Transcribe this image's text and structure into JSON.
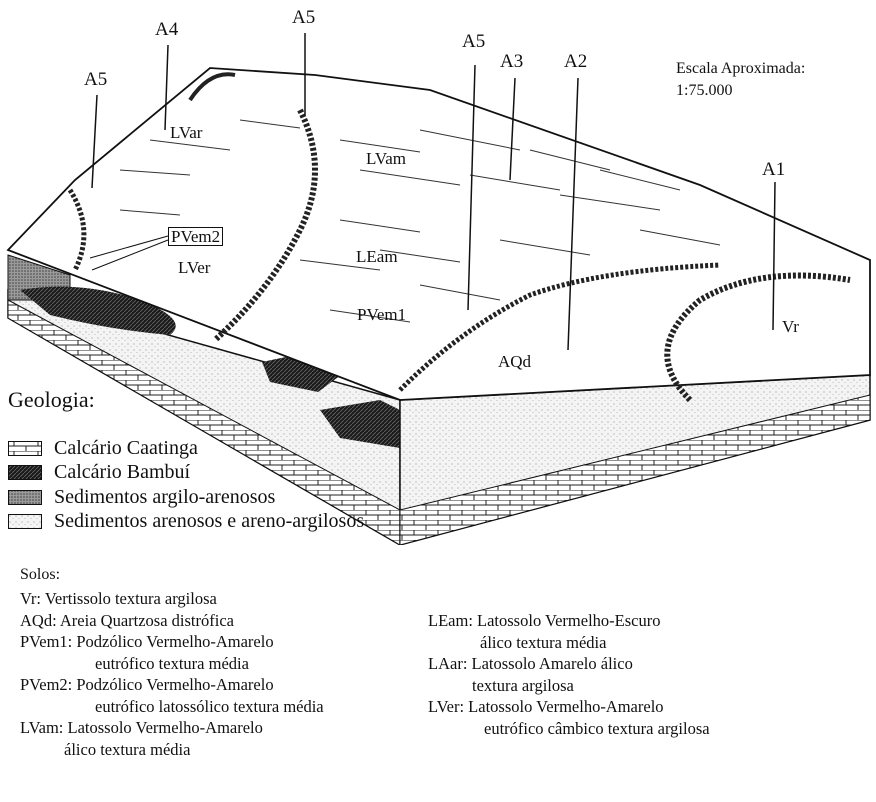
{
  "diagram": {
    "area_labels": {
      "a5_left": "A5",
      "a4": "A4",
      "a5_top": "A5",
      "a5_mid": "A5",
      "a3": "A3",
      "a2": "A2",
      "a1": "A1"
    },
    "soil_labels": {
      "lvar": "LVar",
      "lvam": "LVam",
      "pvem2": "PVem2",
      "lver": "LVer",
      "leam": "LEam",
      "pvem1": "PVem1",
      "aqd": "AQd",
      "vr": "Vr"
    },
    "scale": {
      "line1": "Escala Aproximada:",
      "line2": "1:75.000"
    }
  },
  "geology": {
    "title": "Geologia:",
    "items": [
      {
        "label": "Calcário Caatinga",
        "icon": "brick-pattern-swatch"
      },
      {
        "label": "Calcário Bambuí",
        "icon": "dark-hatch-swatch"
      },
      {
        "label": "Sedimentos argilo-arenosos",
        "icon": "dotted-gray-swatch"
      },
      {
        "label": "Sedimentos arenosos e areno-argilosos",
        "icon": "light-stipple-swatch"
      }
    ]
  },
  "solos": {
    "title": "Solos:",
    "left": [
      {
        "line1": "Vr: Vertissolo textura argilosa",
        "line2": ""
      },
      {
        "line1": "AQd: Areia Quartzosa distrófica",
        "line2": ""
      },
      {
        "line1": "PVem1: Podzólico Vermelho-Amarelo",
        "line2": "eutrófico textura média"
      },
      {
        "line1": "PVem2: Podzólico Vermelho-Amarelo",
        "line2": "eutrófico latossólico textura média"
      },
      {
        "line1": "LVam: Latossolo Vermelho-Amarelo",
        "line2": "álico textura média"
      }
    ],
    "right": [
      {
        "line1": "LEam: Latossolo Vermelho-Escuro",
        "line2": "álico textura média"
      },
      {
        "line1": "LAar: Latossolo Amarelo álico",
        "line2": "textura argilosa"
      },
      {
        "line1": "LVer: Latossolo Vermelho-Amarelo",
        "line2": "eutrófico câmbico textura argilosa"
      }
    ]
  }
}
